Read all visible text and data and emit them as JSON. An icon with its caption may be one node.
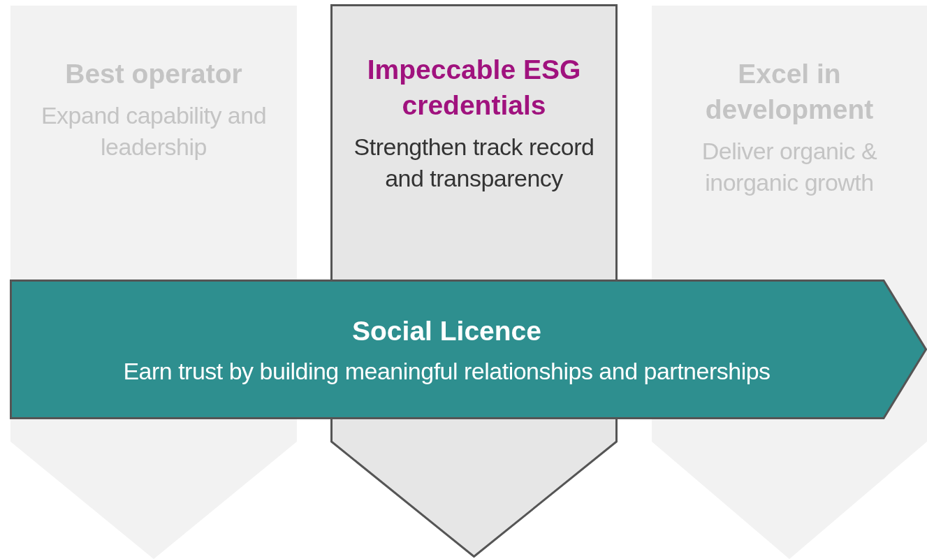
{
  "diagram": {
    "nodes": [
      {
        "text": [
          "Best operator",
          "Expand capability and leadership"
        ]
      },
      {
        "text": [
          "Impeccable ESG credentials",
          "Strengthen track record and transparency"
        ]
      },
      {
        "text": [
          "Excel in development",
          "Deliver organic & inorganic growth"
        ]
      },
      {
        "text": [
          "Social Licence",
          "Earn trust by building meaningful relationships and partnerships"
        ]
      }
    ]
  }
}
